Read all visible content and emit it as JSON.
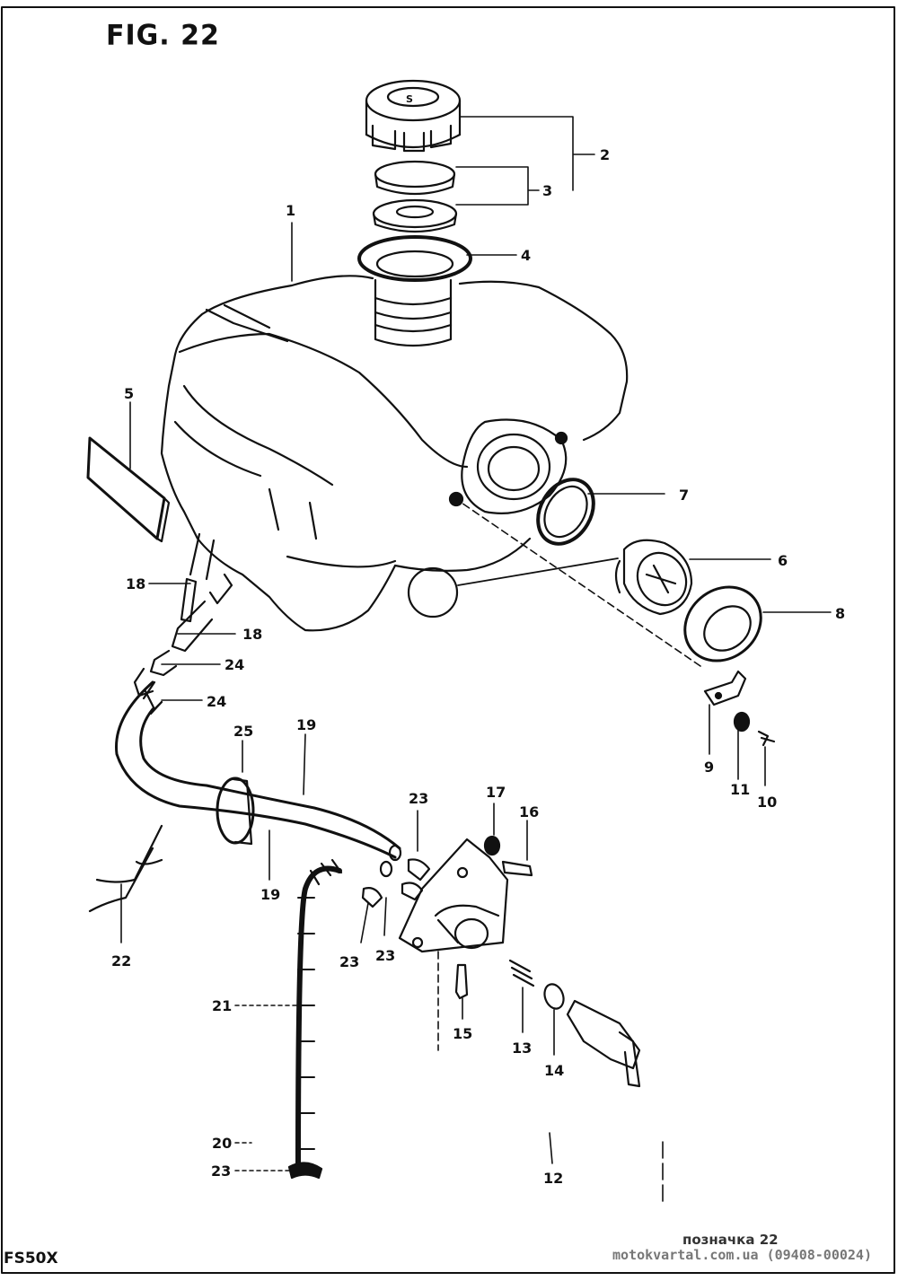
{
  "figure": {
    "title": "FIG. 22",
    "model": "FS50X"
  },
  "footer": {
    "caption": "позначка 22",
    "site": "motokvartal.com.ua (09408-00024)"
  },
  "callouts": [
    {
      "id": "c1",
      "text": "1"
    },
    {
      "id": "c2",
      "text": "2"
    },
    {
      "id": "c3",
      "text": "3"
    },
    {
      "id": "c4",
      "text": "4"
    },
    {
      "id": "c5",
      "text": "5"
    },
    {
      "id": "c6",
      "text": "6"
    },
    {
      "id": "c7",
      "text": "7"
    },
    {
      "id": "c8",
      "text": "8"
    },
    {
      "id": "c9",
      "text": "9"
    },
    {
      "id": "c10",
      "text": "10"
    },
    {
      "id": "c11",
      "text": "11"
    },
    {
      "id": "c12",
      "text": "12"
    },
    {
      "id": "c13",
      "text": "13"
    },
    {
      "id": "c14",
      "text": "14"
    },
    {
      "id": "c15",
      "text": "15"
    },
    {
      "id": "c16",
      "text": "16"
    },
    {
      "id": "c17",
      "text": "17"
    },
    {
      "id": "c18a",
      "text": "18"
    },
    {
      "id": "c18b",
      "text": "18"
    },
    {
      "id": "c19a",
      "text": "19"
    },
    {
      "id": "c19b",
      "text": "19"
    },
    {
      "id": "c20",
      "text": "20"
    },
    {
      "id": "c21",
      "text": "21"
    },
    {
      "id": "c22",
      "text": "22"
    },
    {
      "id": "c23a",
      "text": "23"
    },
    {
      "id": "c23b",
      "text": "23"
    },
    {
      "id": "c23c",
      "text": "23"
    },
    {
      "id": "c23d",
      "text": "23"
    },
    {
      "id": "c24a",
      "text": "24"
    },
    {
      "id": "c24b",
      "text": "24"
    },
    {
      "id": "c25",
      "text": "25"
    }
  ]
}
